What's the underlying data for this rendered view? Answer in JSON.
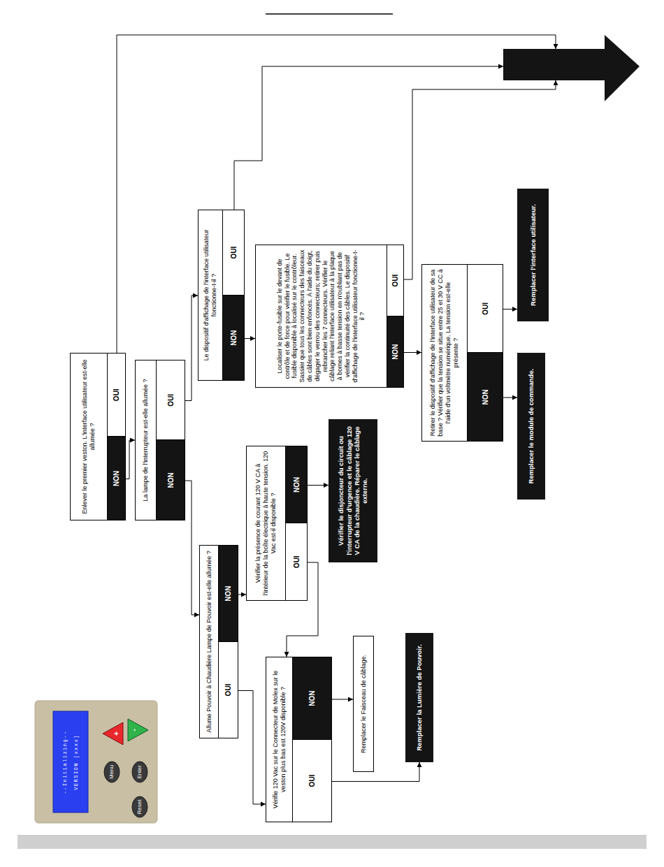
{
  "diagram": {
    "nodes": [
      {
        "text": [
          "Enlever le premier veston. L'interface utilisateur est-elle allumée ?"
        ]
      },
      {
        "text": [
          "NON"
        ],
        "in": 0
      },
      {
        "text": [
          "OUI"
        ],
        "in": 0
      },
      {
        "text": [
          "La lampe de l'interrupteur est-elle allumée ?"
        ]
      },
      {
        "text": [
          "NON"
        ],
        "in": 3
      },
      {
        "text": [
          "OUI"
        ],
        "in": 3
      },
      {
        "text": [
          "Le dispositif d'affichage de l'interface utilisateur fonctionne-t-il ?"
        ]
      },
      {
        "text": [
          "NON"
        ],
        "in": 6
      },
      {
        "text": [
          "OUI"
        ],
        "in": 6
      },
      {
        "text": [
          "Localiser le porte-fusible sur le devant de contrôle et de force pour vérifier le fusible. Le fusible disponible à localisé sur le contrôleur. Sassier que tous les connecteurs des faisceaux de câbles sont bien enfoncés. À l'aide du doigt, dégager le verrou des connecteurs; retirer puis rebrancher les 7 connecteurs. Vérifier le câblage reliant l'interface utilisateur à la plaque à bornes à basse tension en n'oubliant pas de vérifier la continuité des câbles. Le dispositif d'affichage de l'interface utilisateur fonctionne-t-il ?"
        ]
      },
      {
        "text": [
          "NON"
        ],
        "in": 9
      },
      {
        "text": [
          "OUI"
        ],
        "in": 9
      },
      {
        "text": [
          "Retirer le dispositif d'affichage de l'interface utilisateur de sa base ? Vérifier que la tension se situe entre 25 et 30 V CC à l'aide d'un voltmètre numérique. La tension est-elle présente ?"
        ]
      },
      {
        "text": [
          "NON"
        ],
        "in": 12
      },
      {
        "text": [
          "OUI"
        ],
        "in": 12
      },
      {
        "text": [
          "Remplacer l'interface utilisateur."
        ]
      },
      {
        "text": [
          "Remplacer le module de commande."
        ]
      },
      {
        "text": [
          "Allume Pouvoir à Chaudière Lampe de Pouvoir est-elle allumée ?"
        ]
      },
      {
        "text": [
          "OUI"
        ],
        "in": 17
      },
      {
        "text": [
          "NON"
        ],
        "in": 17
      },
      {
        "text": [
          "Vérifier la présence de courant 120 V CA à l'intérieur de la boîte électrique à haute tension. 120 Vac est-il disponible ?"
        ]
      },
      {
        "text": [
          "OUI"
        ],
        "in": 20
      },
      {
        "text": [
          "NON"
        ],
        "in": 20
      },
      {
        "text": [
          "Vérifier le disjoncteur du circuit ou l'interrupteur d'urgence et le câblage 120 V CA de la chaudière. Réparer le câblage externe."
        ]
      },
      {
        "text": [
          "Vérifie 120 Vac sur le Connecteur de Molex sur le veston plus bas est 120V disponible ?"
        ]
      },
      {
        "text": [
          "OUI"
        ],
        "in": 24
      },
      {
        "text": [
          "NON"
        ],
        "in": 24
      },
      {
        "text": [
          "Remplacer le Faisceau de câblage."
        ]
      },
      {
        "text": [
          "Remplacer la Lumière de Pouvoir."
        ]
      }
    ],
    "edges": [
      {
        "from": 1,
        "to": 3,
        "arrow": "to"
      },
      {
        "from": 5,
        "to": 6,
        "arrow": "to"
      },
      {
        "from": 4,
        "to": 17,
        "arrow": "to"
      },
      {
        "from": 7,
        "to": 9,
        "arrow": "to"
      },
      {
        "from": 10,
        "to": 12,
        "arrow": "to"
      },
      {
        "from": 14,
        "to": 15,
        "arrow": "to"
      },
      {
        "from": 13,
        "to": 16,
        "arrow": "to"
      },
      {
        "from": 18,
        "to": 24,
        "arrow": "to"
      },
      {
        "from": 19,
        "to": 20,
        "arrow": "to"
      },
      {
        "from": 22,
        "to": 23,
        "arrow": "to"
      },
      {
        "from": 21,
        "to": 24,
        "arrow": "to"
      },
      {
        "from": 26,
        "to": 27,
        "arrow": "to"
      },
      {
        "from": 25,
        "to": 28,
        "arrow": "to"
      }
    ],
    "labels": [
      "--Initializing--",
      "VERSION [xxxx]",
      "Menu",
      "Enter",
      "Reset",
      "+",
      "-"
    ]
  }
}
